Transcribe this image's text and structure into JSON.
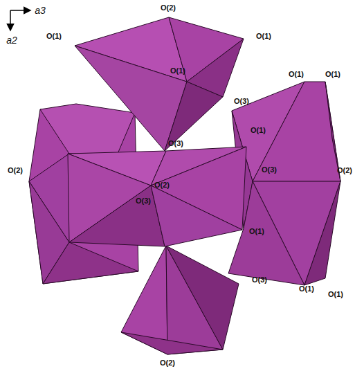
{
  "diagram": {
    "labels": [
      "a3",
      "a2",
      "O(2)",
      "O(1)",
      "O(1)",
      "O(1)",
      "O(1)",
      "O(1)",
      "O(3)",
      "O(1)",
      "O(3)",
      "O(2)",
      "O(3)",
      "O(2)",
      "O(2)",
      "O(3)",
      "O(1)",
      "O(3)",
      "O(1)",
      "O(1)",
      "O(2)"
    ]
  }
}
